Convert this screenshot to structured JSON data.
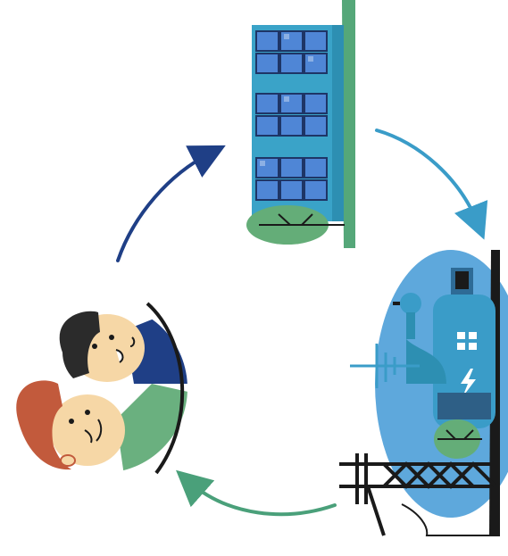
{
  "illustration": {
    "arrows": [
      {
        "id": "people-to-building",
        "color": "#1f3f86"
      },
      {
        "id": "building-to-plant",
        "color": "#3a9cc8"
      },
      {
        "id": "plant-to-people",
        "color": "#4aa07a"
      }
    ],
    "colors": {
      "window_blue": "#4f86d6",
      "building_teal": "#3aa3c8",
      "plant_blue": "#5ea8dc",
      "ground_green": "#55a779",
      "tree_green": "#64ad78",
      "dark_hair": "#2b2b2b",
      "red_hair": "#c25a3c",
      "skin": "#f6d7a6",
      "shirt_blue": "#1f3f86",
      "shirt_green": "#6ab07f",
      "line_dark": "#1a1a1a"
    },
    "icons": [
      "people-icon",
      "apartment-building-icon",
      "power-plant-icon",
      "transmission-tower-icon",
      "lightning-bolt-icon",
      "tree-icon"
    ]
  }
}
